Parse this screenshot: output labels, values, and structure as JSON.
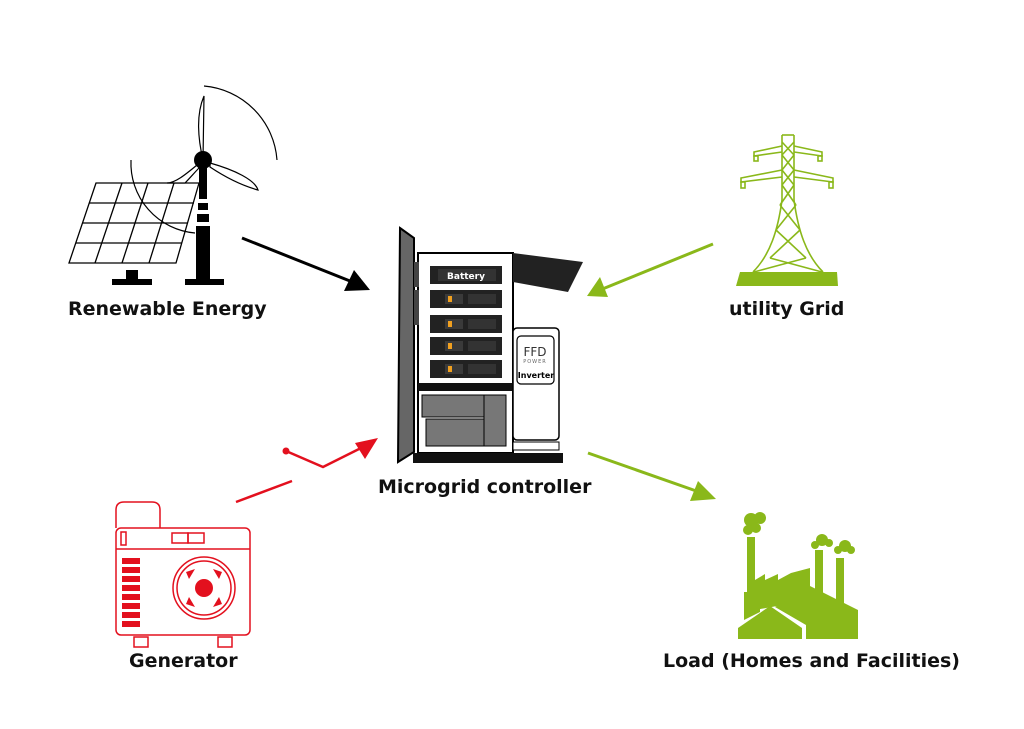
{
  "nodes": {
    "renewable": {
      "label": "Renewable Energy"
    },
    "grid": {
      "label": "utility Grid"
    },
    "controller": {
      "label": "Microgrid controller",
      "battery_label": "Battery",
      "inverter_brand": "FFD",
      "inverter_sub": "POWER",
      "inverter_label": "Inverter"
    },
    "generator": {
      "label": "Generator"
    },
    "load": {
      "label": "Load (Homes and Facilities)"
    }
  },
  "colors": {
    "black": "#000000",
    "green": "#8ab81a",
    "red": "#e3101e",
    "orange": "#f0a020"
  },
  "edges": [
    {
      "from": "renewable",
      "to": "controller",
      "color": "black"
    },
    {
      "from": "grid",
      "to": "controller",
      "color": "green"
    },
    {
      "from": "generator",
      "to": "controller",
      "color": "red",
      "via": "switch"
    },
    {
      "from": "controller",
      "to": "load",
      "color": "green"
    }
  ]
}
